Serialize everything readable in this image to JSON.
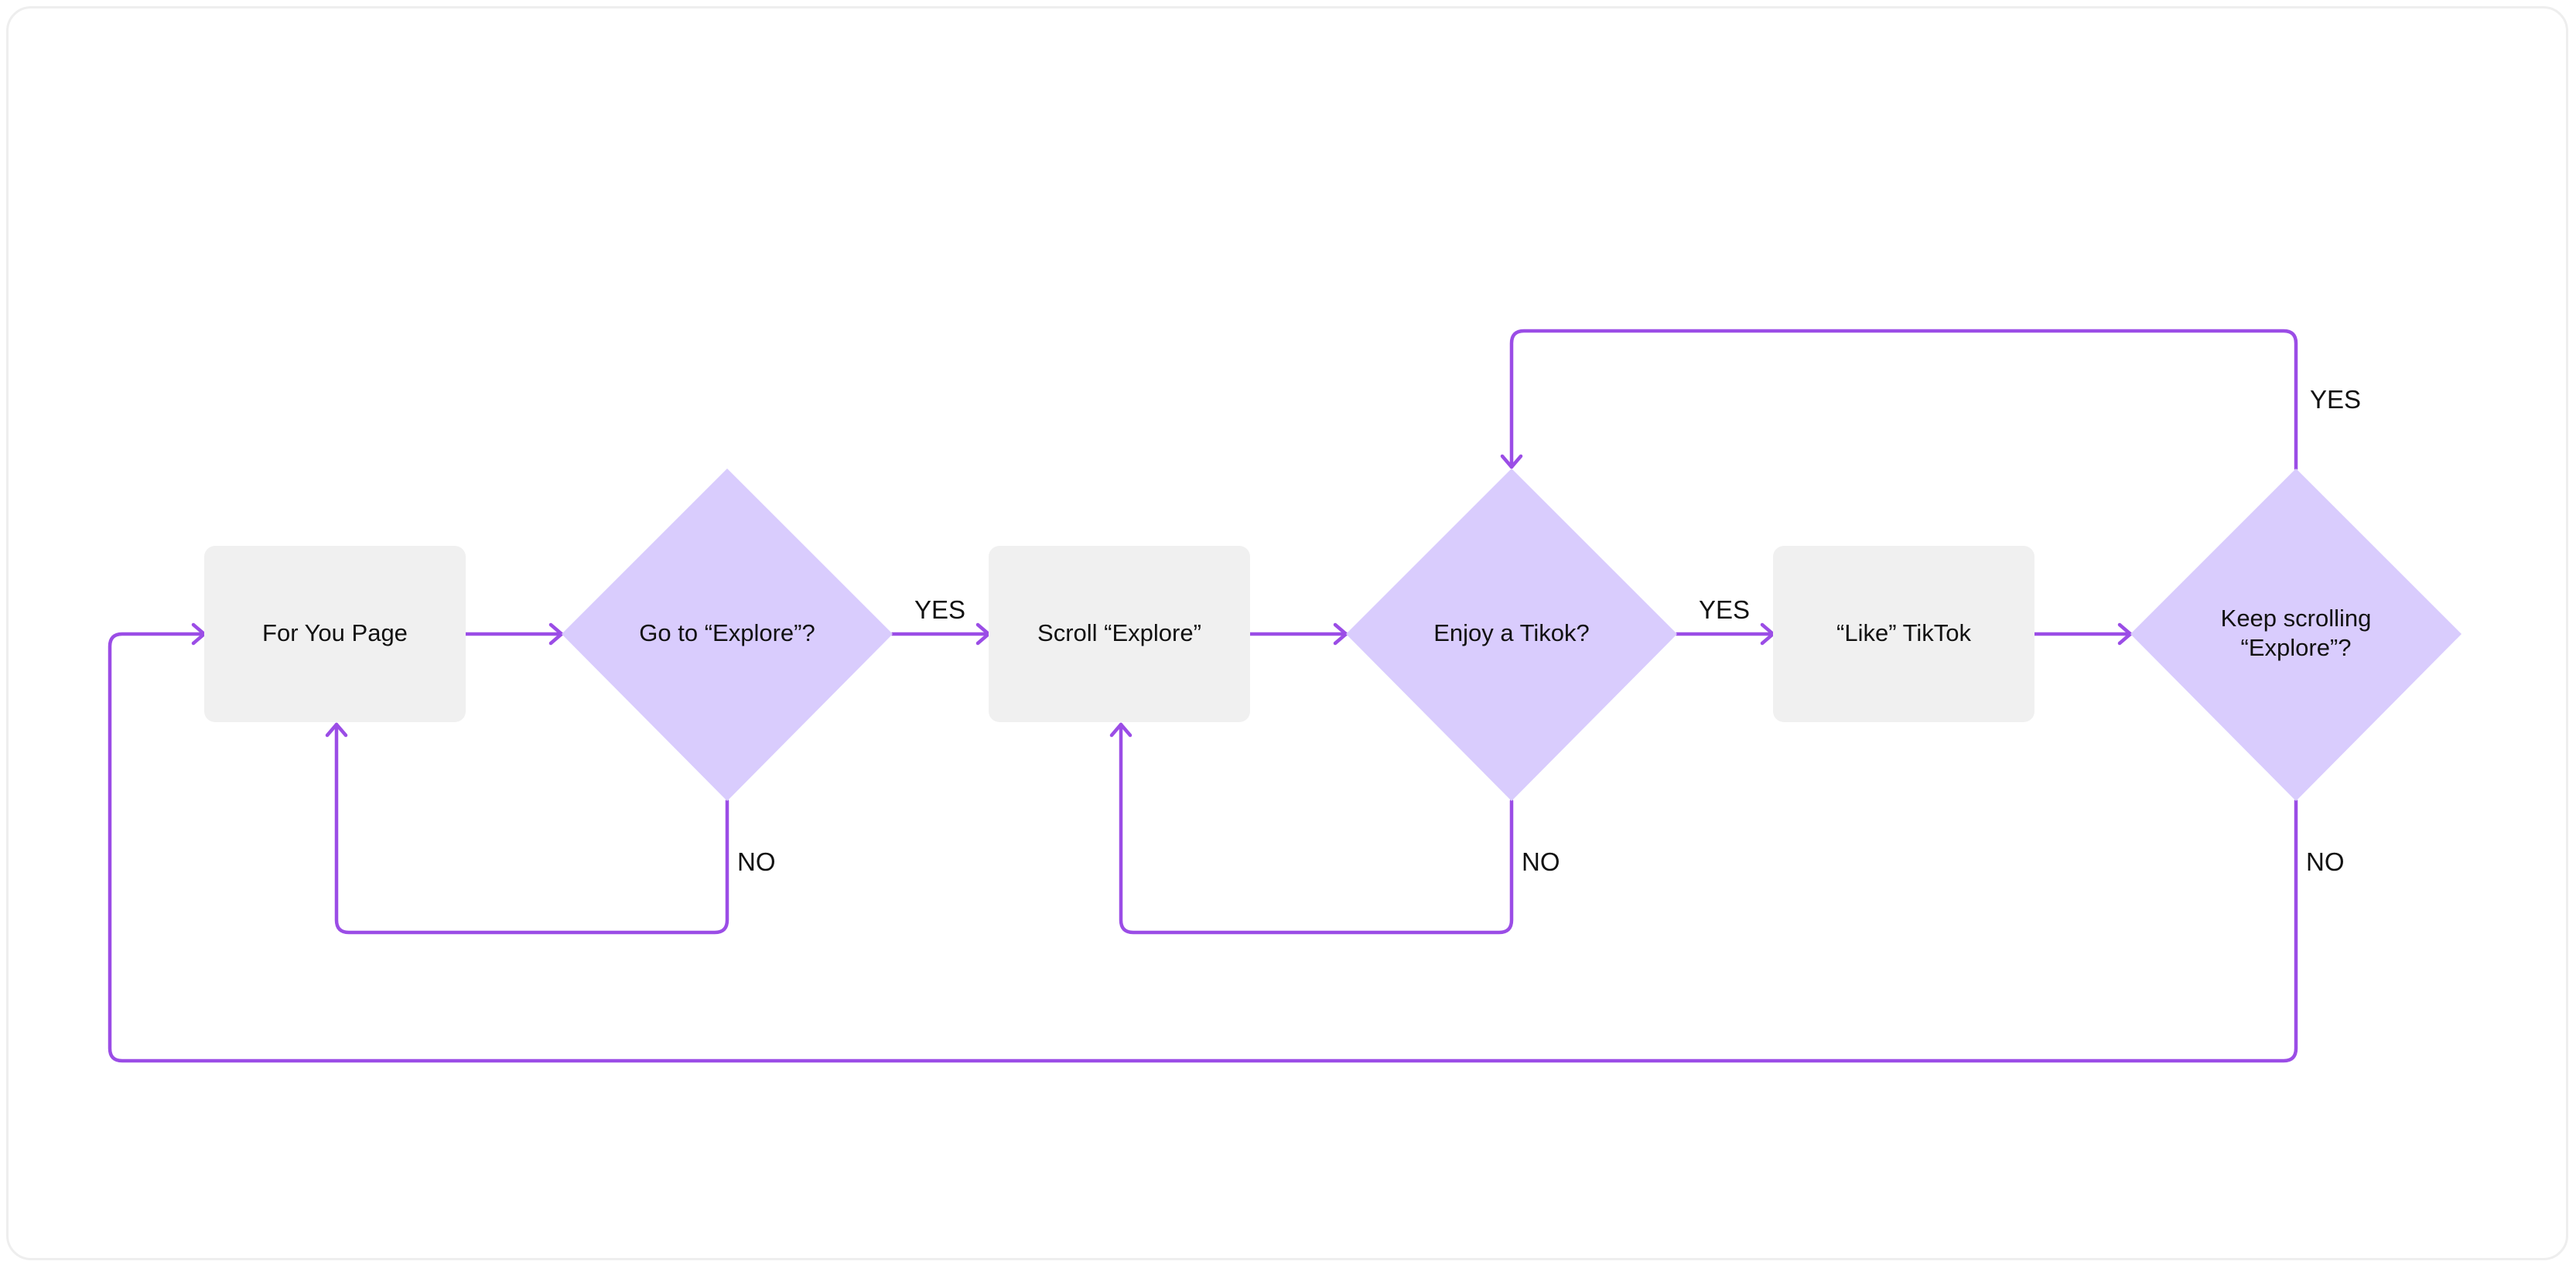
{
  "diagram": {
    "colors": {
      "connector": "#9b4de6",
      "decision_fill": "#d9ccfd",
      "process_fill": "#f0f0f0",
      "text": "#111111",
      "frame_border": "#eeeeee"
    },
    "nodes": {
      "for_you_page": {
        "label": "For You Page",
        "shape": "process"
      },
      "go_to_explore": {
        "label": "Go to “Explore”?",
        "shape": "decision"
      },
      "scroll_explore": {
        "label": "Scroll “Explore”",
        "shape": "process"
      },
      "enjoy_tikok": {
        "label": "Enjoy a Tikok?",
        "shape": "decision"
      },
      "like_tiktok": {
        "label": "“Like” TikTok",
        "shape": "process"
      },
      "keep_scrolling": {
        "label_line1": "Keep scrolling",
        "label_line2": "“Explore”?",
        "shape": "decision"
      }
    },
    "edge_labels": {
      "explore_yes": "YES",
      "explore_no": "NO",
      "enjoy_yes": "YES",
      "enjoy_no": "NO",
      "keep_yes": "YES",
      "keep_no": "NO"
    }
  }
}
